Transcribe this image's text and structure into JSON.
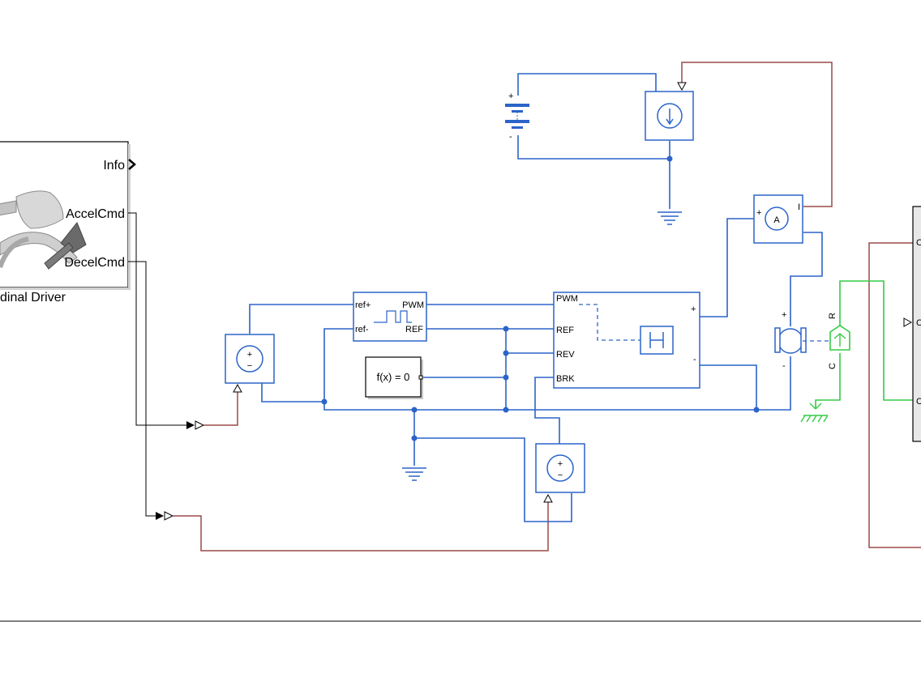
{
  "driver": {
    "title": "dinal Driver",
    "ports": {
      "info": "Info",
      "accel": "AccelCmd",
      "decel": "DecelCmd"
    }
  },
  "pwm": {
    "ref_plus": "ref+",
    "ref_minus": "ref-",
    "pwm": "PWM",
    "ref": "REF"
  },
  "hbridge": {
    "pwm": "PWM",
    "ref": "REF",
    "rev": "REV",
    "brk": "BRK",
    "plus": "+",
    "minus": "-"
  },
  "solver": {
    "label": "f(x) = 0"
  },
  "ammeter": {
    "symbol": "A",
    "plus": "+",
    "i_out": "I"
  },
  "motor": {
    "plus": "+",
    "minus": "-",
    "r": "R",
    "c": "C"
  },
  "vsource": {
    "plus": "+",
    "minus": "−"
  },
  "battery": {
    "plus": "+",
    "minus": "-"
  },
  "right_block": {
    "port1": "C",
    "port2": "C",
    "port3": "C"
  },
  "colors": {
    "electrical": "#2c64c8",
    "physical_signal": "#9a4a48",
    "mechanical": "#33cc44",
    "signal": "#000000"
  }
}
